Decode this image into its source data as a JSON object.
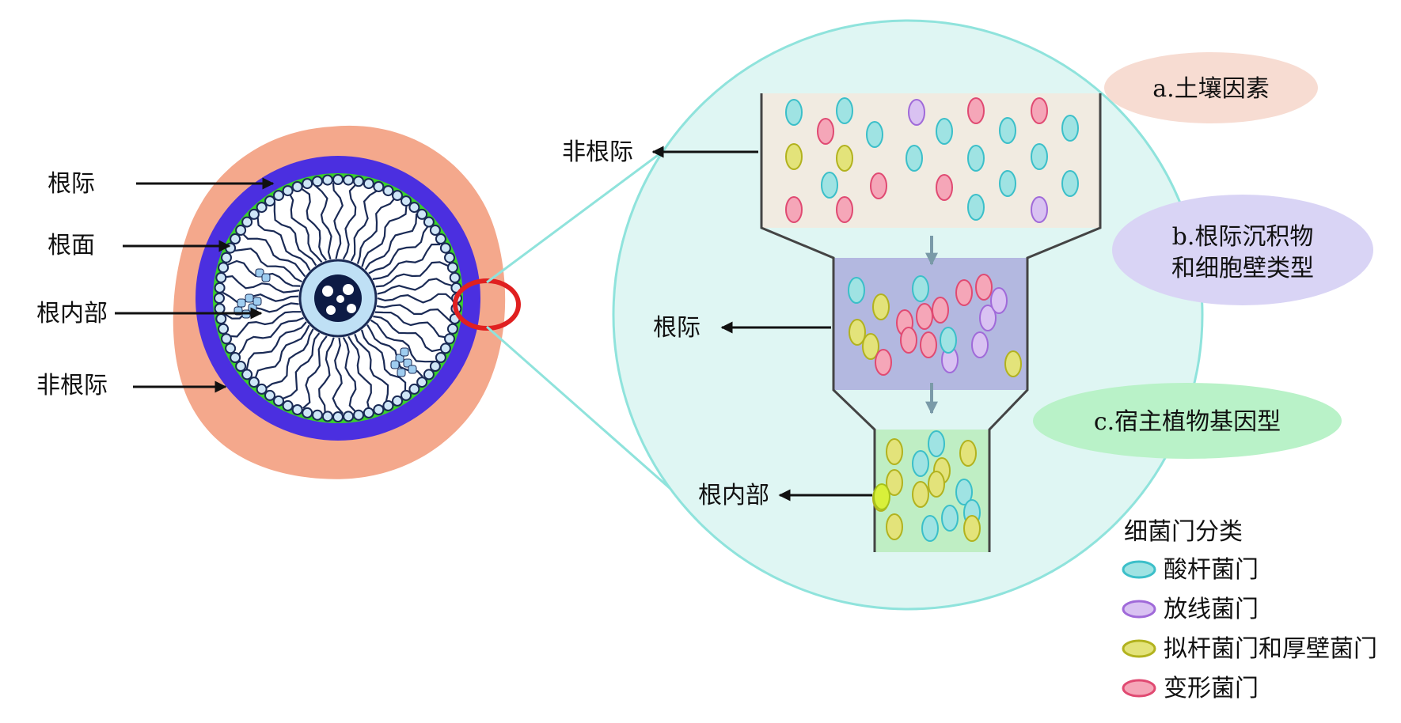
{
  "cross_section": {
    "labels": {
      "rhizosphere": "根际",
      "rhizoplane": "根面",
      "endosphere": "根内部",
      "bulk_soil": "非根际"
    },
    "colors": {
      "bulk_soil": "#f4a88c",
      "rhizosphere": "#4b2fe0",
      "rhizoplane": "#39d12a",
      "zoom_marker": "#e02020"
    }
  },
  "funnel": {
    "labels": {
      "bulk_soil": "非根际",
      "rhizosphere": "根际",
      "endosphere": "根内部"
    },
    "colors": {
      "circle_fill": "#dff6f3",
      "circle_stroke": "#8fe3dc",
      "bulk_soil_box": "#f1ebe1",
      "rhizosphere_box": "#b3b8e0",
      "endosphere_box": "#bfeec4"
    }
  },
  "factors": {
    "a": {
      "text": "a.土壤因素",
      "color": "#f7dcd2"
    },
    "b_line1": "b.根际沉积物",
    "b_line2": "和细胞壁类型",
    "b_color": "#d9d4f5",
    "c": {
      "text": "c.宿主植物基因型",
      "color": "#b9f2c8"
    }
  },
  "legend": {
    "title": "细菌门分类",
    "items": [
      {
        "label": "酸杆菌门",
        "color": "#9fe3e3",
        "stroke": "#3bbfc9"
      },
      {
        "label": "放线菌门",
        "color": "#d9c2f2",
        "stroke": "#a06ad9"
      },
      {
        "label": "拟杆菌门和厚壁菌门",
        "color": "#e3e37a",
        "stroke": "#b2b21e"
      },
      {
        "label": "变形菌门",
        "color": "#f5a6b8",
        "stroke": "#e04a72"
      }
    ]
  }
}
